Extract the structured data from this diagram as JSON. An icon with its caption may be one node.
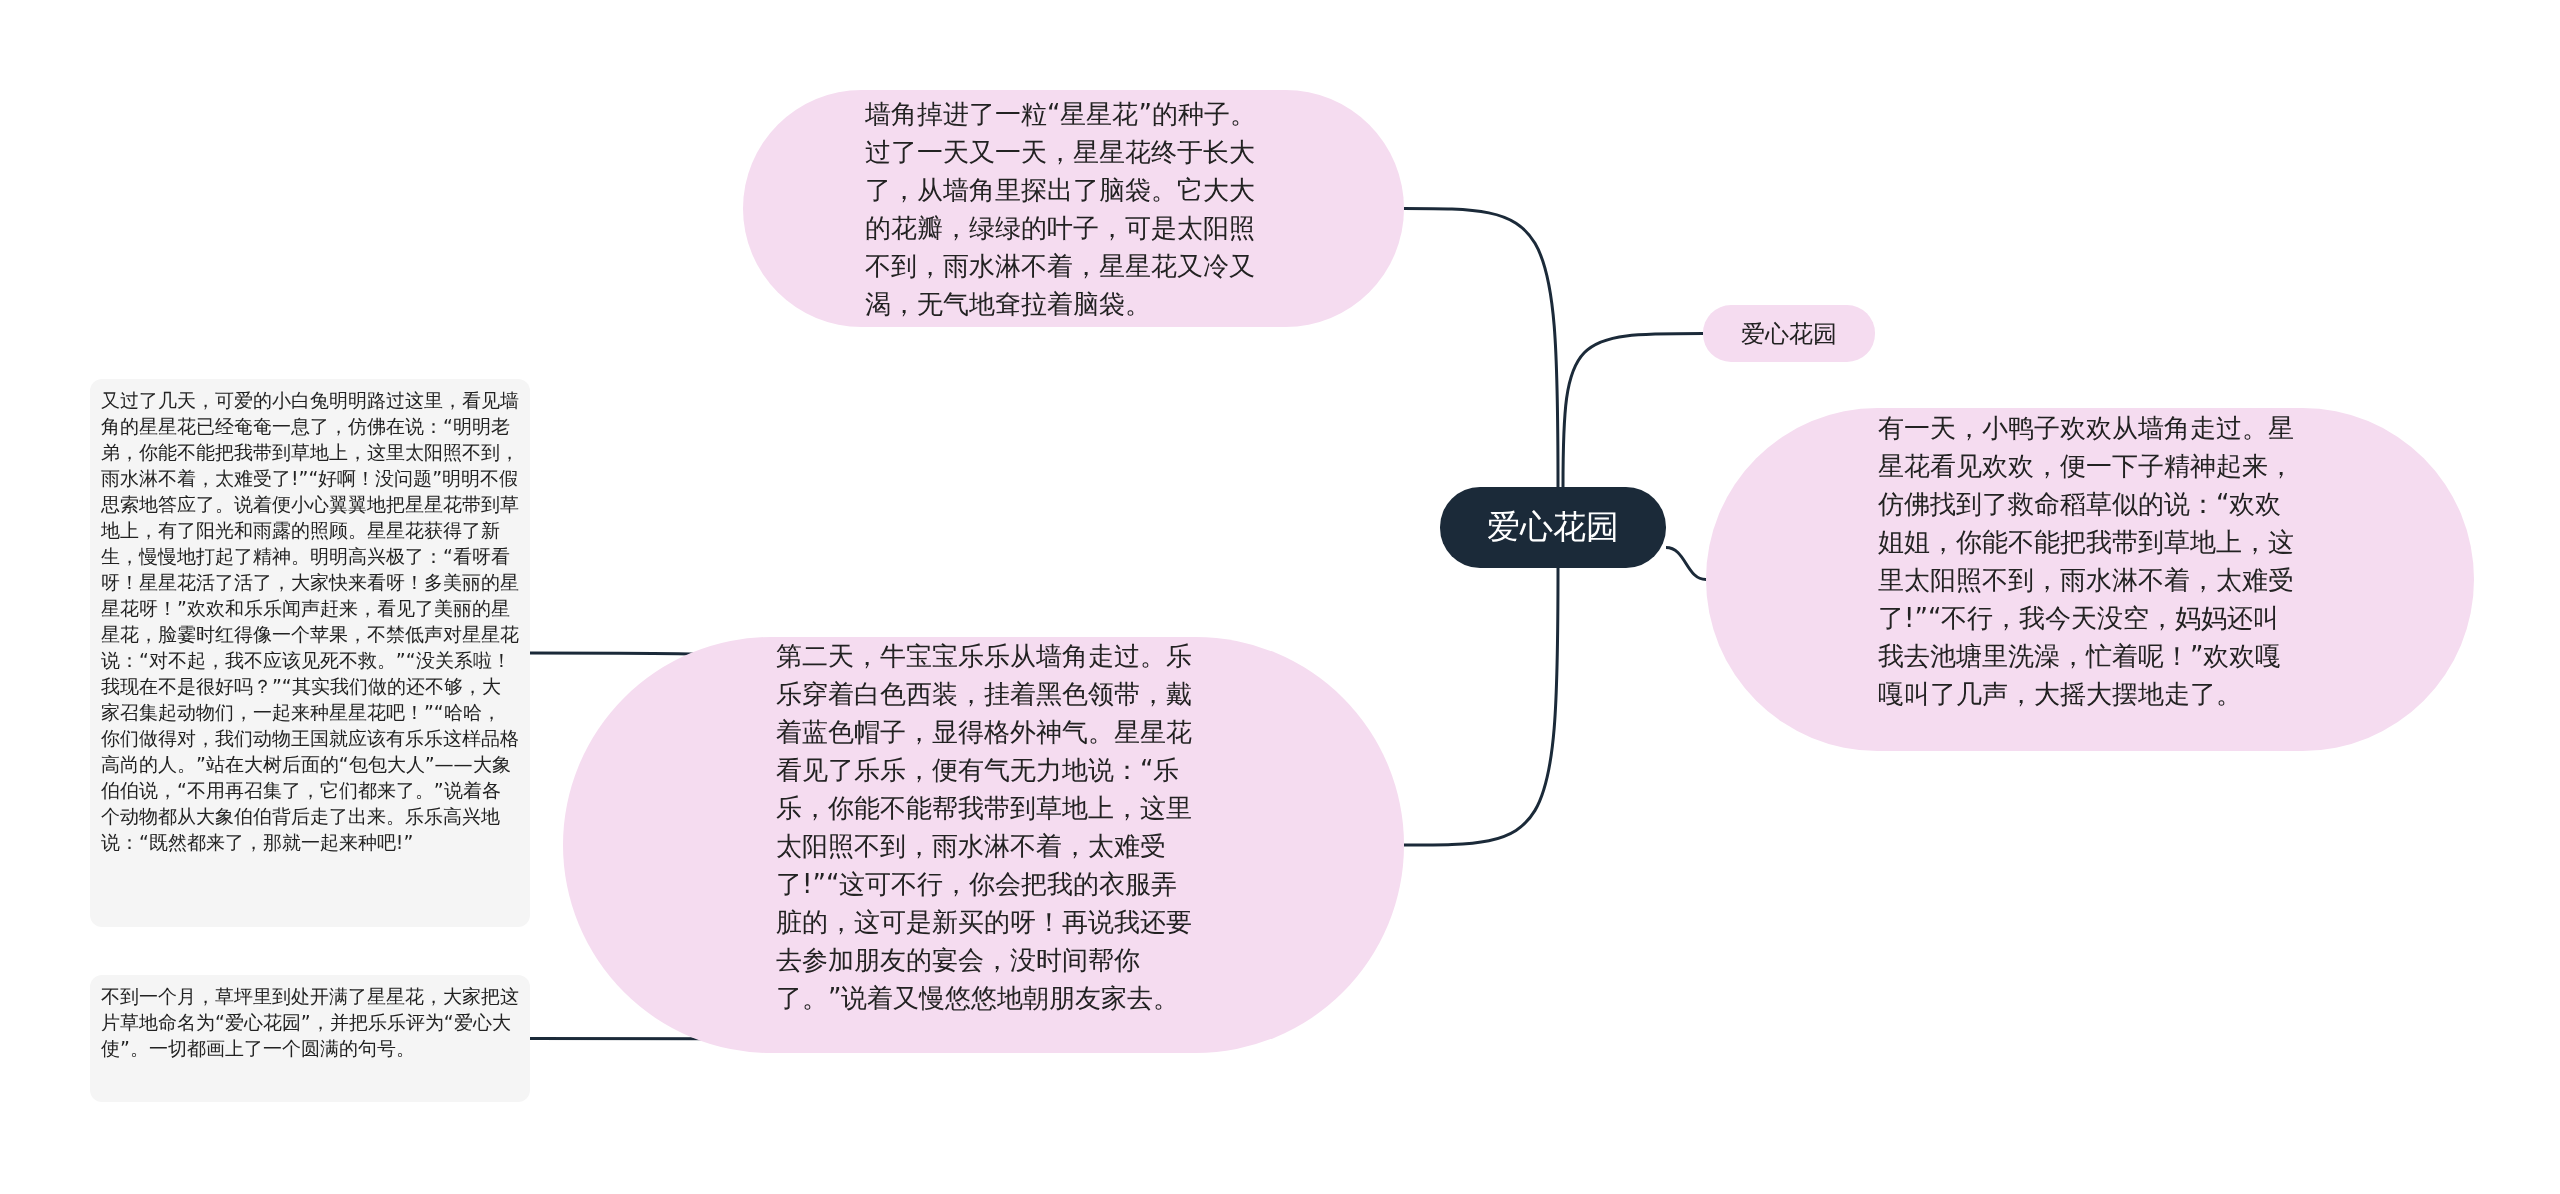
{
  "diagram": {
    "nodes": [
      {
        "text": [
          "爱心花园"
        ]
      },
      {
        "text": [
          "墙角掉进了一粒“星星花”的种子。过了一天又一天，星星花终于长大了，从墙角里探出了脑袋。它大大的花瓣，绿绿的叶子，可是太阳照不到，雨水淋不着，星星花又冷又渴，无气地耷拉着脑袋。"
        ]
      },
      {
        "text": [
          "爱心花园"
        ]
      },
      {
        "text": [
          "有一天，小鸭子欢欢从墙角走过。星星花看见欢欢，便一下子精神起来，仿佛找到了救命稻草似的说：“欢欢姐姐，你能不能把我带到草地上，这里太阳照不到，雨水淋不着，太难受了!”“不行，我今天没空，妈妈还叫我去池塘里洗澡，忙着呢！”欢欢嘎嘎叫了几声，大摇大摆地走了。"
        ]
      },
      {
        "text": [
          "第二天，牛宝宝乐乐从墙角走过。乐乐穿着白色西装，挂着黑色领带，戴着蓝色帽子，显得格外神气。星星花看见了乐乐，便有气无力地说：“乐乐，你能不能帮我带到草地上，这里太阳照不到，雨水淋不着，太难受了!”“这可不行，你会把我的衣服弄脏的，这可是新买的呀！再说我还要去参加朋友的宴会，没时间帮你了。”说着又慢悠悠地朝朋友家去。"
        ]
      },
      {
        "text": [
          "又过了几天，可爱的小白兔明明路过这里，看见墙角的星星花已经奄奄一息了，仿佛在说：“明明老弟，你能不能把我带到草地上，这里太阳照不到，雨水淋不着，太难受了!”“好啊！没问题”明明不假思索地答应了。说着便小心翼翼地把星星花带到草地上，有了阳光和雨露的照顾。星星花获得了新生，慢慢地打起了精神。明明高兴极了：“看呀看呀！星星花活了活了，大家快来看呀！多美丽的星星花呀！”欢欢和乐乐闻声赶来，看见了美丽的星星花，脸霎时红得像一个苹果，不禁低声对星星花说：“对不起，我不应该见死不救。”“没关系啦！我现在不是很好吗？”“其实我们做的还不够，大家召集起动物们，一起来种星星花吧！”“哈哈，你们做得对，我们动物王国就应该有乐乐这样品格高尚的人。”站在大树后面的“包包大人”——大象伯伯说，“不用再召集了，它们都来了。”说着各个动物都从大象伯伯背后走了出来。乐乐高兴地说：“既然都来了，那就一起来种吧!”"
        ]
      },
      {
        "text": [
          "不到一个月，草坪里到处开满了星星花，大家把这片草地命名为“爱心花园”，并把乐乐评为“爱心大使”。一切都画上了一个圆满的句号。"
        ]
      }
    ],
    "edges": [
      {
        "from": 0,
        "to": 1,
        "arrow": "none"
      },
      {
        "from": 0,
        "to": 2,
        "arrow": "none"
      },
      {
        "from": 0,
        "to": 3,
        "arrow": "none"
      },
      {
        "from": 0,
        "to": 4,
        "arrow": "none"
      },
      {
        "from": 4,
        "to": 5,
        "arrow": "none"
      },
      {
        "from": 4,
        "to": 6,
        "arrow": "none"
      }
    ]
  }
}
